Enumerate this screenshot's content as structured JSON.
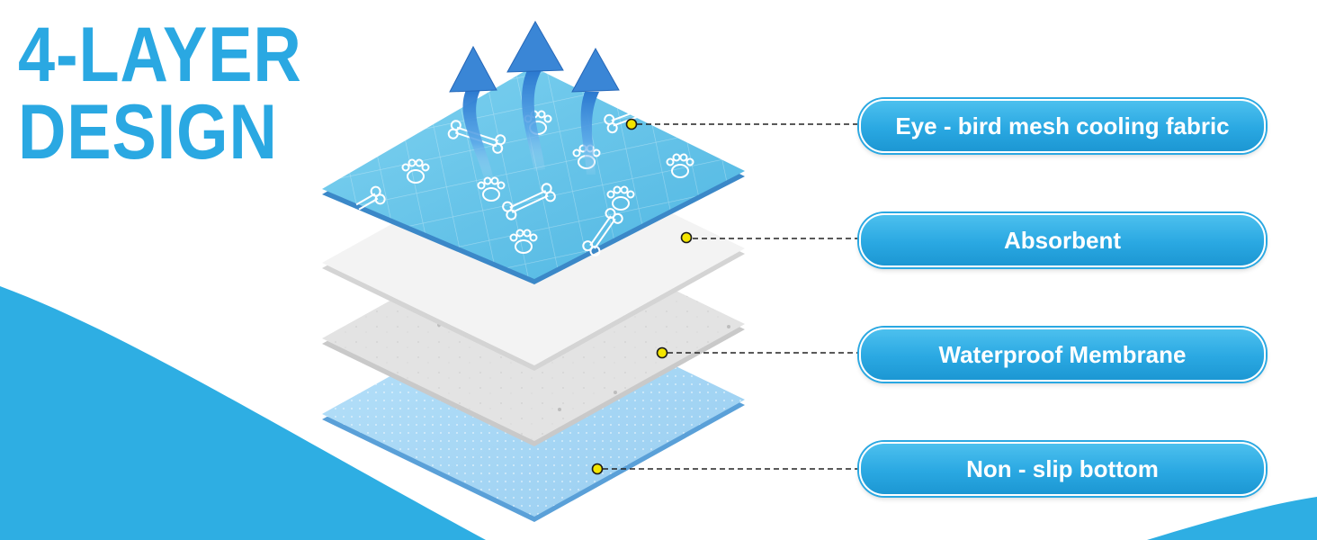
{
  "headline": {
    "line1": "4-LAYER",
    "line2": "DESIGN"
  },
  "colors": {
    "accent": "#2aa8e2",
    "top_layer": "#5ec3e8",
    "bottom_layer": "#a9d9f6",
    "dot": "#f3e500"
  },
  "icons": {
    "airflow": "arrow-up-icon",
    "pattern": [
      "paw-print-icon",
      "bone-icon"
    ]
  },
  "layers": [
    {
      "label": "Eye - bird mesh cooling fabric"
    },
    {
      "label": "Absorbent"
    },
    {
      "label": "Waterproof Membrane"
    },
    {
      "label": "Non - slip bottom"
    }
  ]
}
